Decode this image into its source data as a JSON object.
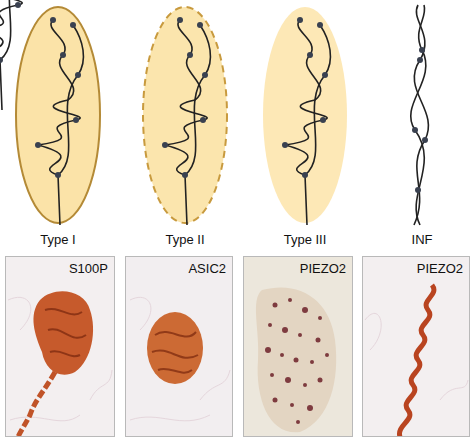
{
  "diagram": {
    "nodes": [
      {
        "text": [
          "S100P"
        ]
      },
      {
        "text": [
          "ASIC2"
        ]
      },
      {
        "text": [
          "PIEZO2"
        ]
      },
      {
        "text": [
          "PIEZO2"
        ]
      }
    ],
    "labels": [
      "Type I",
      "Type II",
      "Type III",
      "INF"
    ]
  }
}
